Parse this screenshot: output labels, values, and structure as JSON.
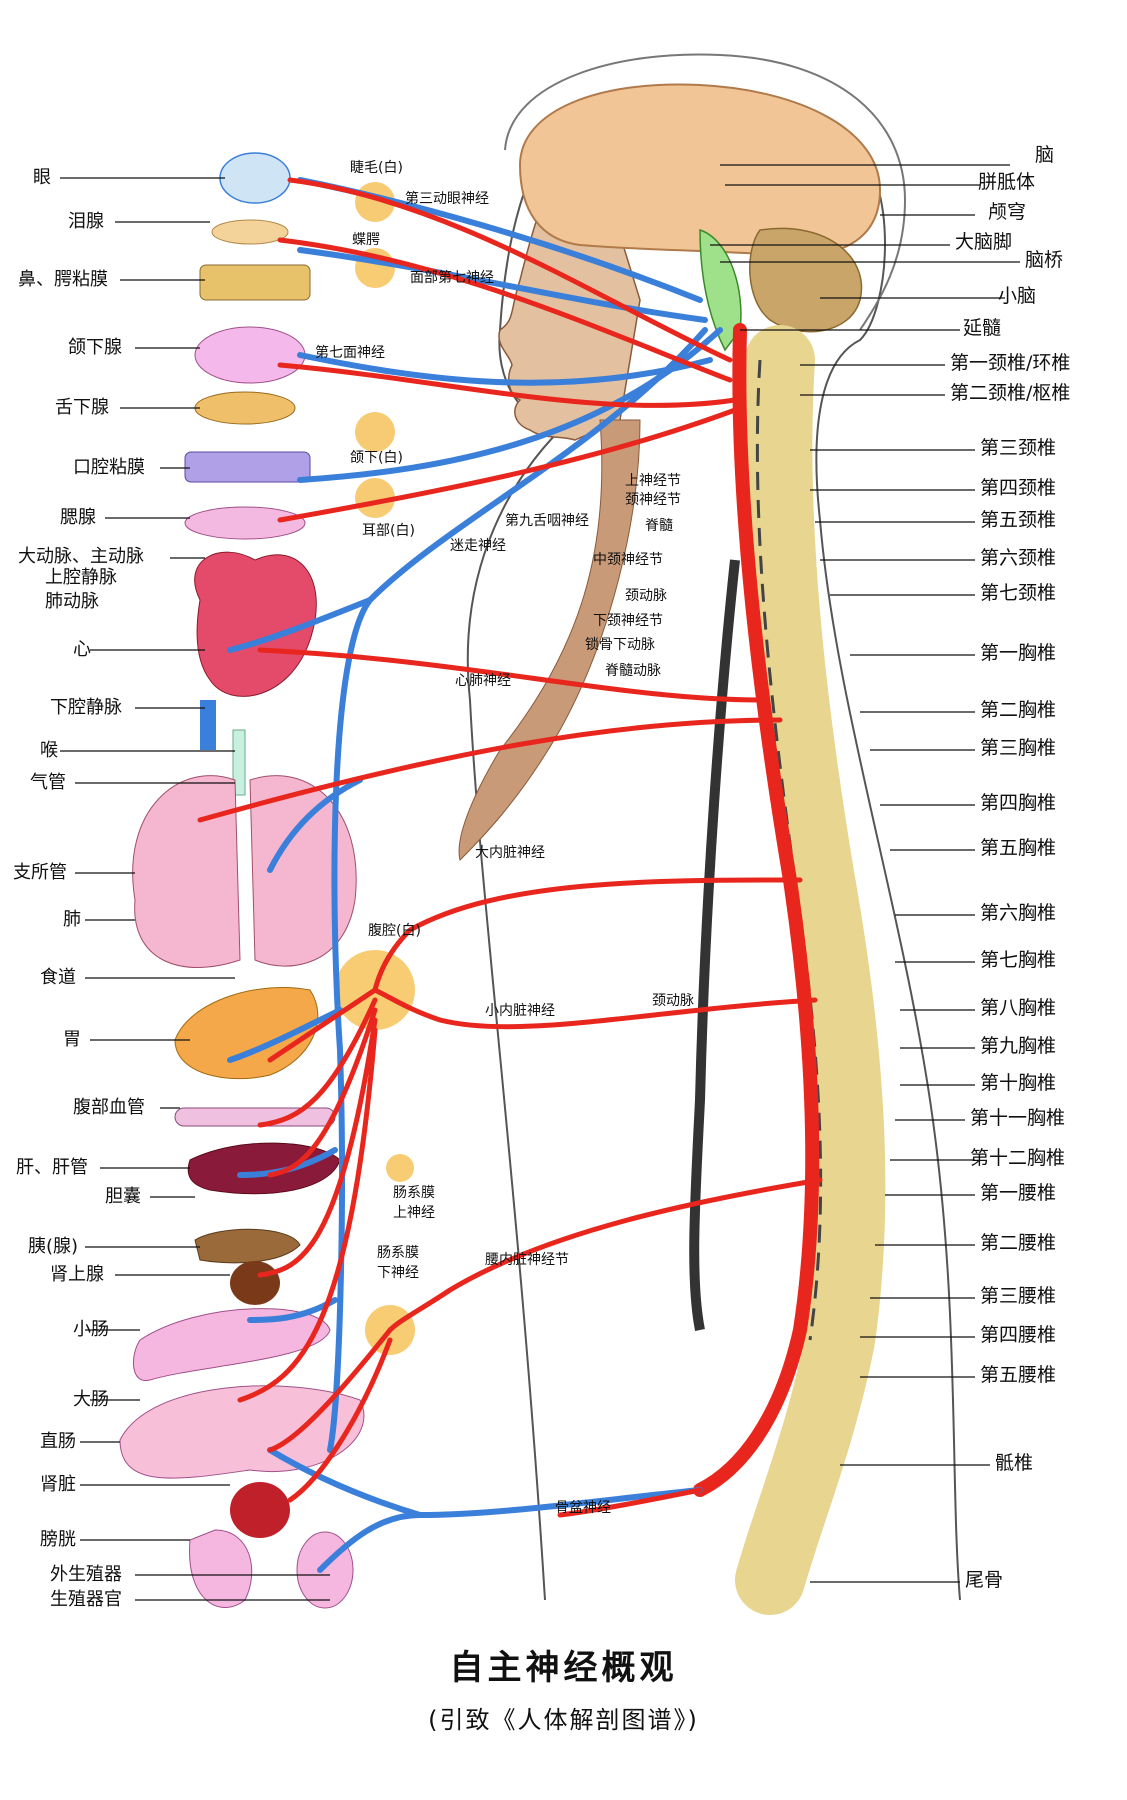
{
  "title": "自主神经概观",
  "subtitle": "(引致《人体解剖图谱》)",
  "organ_labels": [
    "眼",
    "泪腺",
    "鼻、腭粘膜",
    "颌下腺",
    "舌下腺",
    "口腔粘膜",
    "腮腺",
    "大动脉、主动脉",
    "上腔静脉",
    "肺动脉",
    "心",
    "下腔静脉",
    "喉",
    "气管",
    "支所管",
    "肺",
    "食道",
    "胃",
    "腹部血管",
    "肝、肝管",
    "胆囊",
    "胰(腺)",
    "肾上腺",
    "小肠",
    "大肠",
    "直肠",
    "肾脏",
    "膀胱",
    "外生殖器",
    "生殖器官"
  ],
  "nerve_labels": [
    "睫毛(白)",
    "第三动眼神经",
    "蝶腭",
    "面部第七神经",
    "第七面神经",
    "颌下(白)",
    "耳部(白)",
    "第九舌咽神经",
    "迷走神经",
    "上神经节",
    "颈神经节",
    "脊髓",
    "中颈神经节",
    "颈动脉",
    "下颈神经节",
    "锁骨下动脉",
    "脊髓动脉",
    "心肺神经",
    "大内脏神经",
    "腹腔(白)",
    "小内脏神经",
    "颈动脉",
    "肠系膜",
    "上神经",
    "肠系膜",
    "下神经",
    "腰内脏神经节",
    "骨盆神经"
  ],
  "spine_labels": [
    "脑",
    "胼胝体",
    "颅穹",
    "大脑脚",
    "脑桥",
    "小脑",
    "延髓",
    "第一颈椎/环椎",
    "第二颈椎/枢椎",
    "第三颈椎",
    "第四颈椎",
    "第五颈椎",
    "第六颈椎",
    "第七颈椎",
    "第一胸椎",
    "第二胸椎",
    "第三胸椎",
    "第四胸椎",
    "第五胸椎",
    "第六胸椎",
    "第七胸椎",
    "第八胸椎",
    "第九胸椎",
    "第十胸椎",
    "第十一胸椎",
    "第十二胸椎",
    "第一腰椎",
    "第二腰椎",
    "第三腰椎",
    "第四腰椎",
    "第五腰椎",
    "骶椎",
    "尾骨"
  ],
  "colors": {
    "sympathetic": "#e8261d",
    "parasympathetic": "#3a7fd9",
    "ganglion": "#f6c35b",
    "bone": "#f3e3a0",
    "brain": "#f1c596",
    "skin": "#e3c0a0"
  }
}
